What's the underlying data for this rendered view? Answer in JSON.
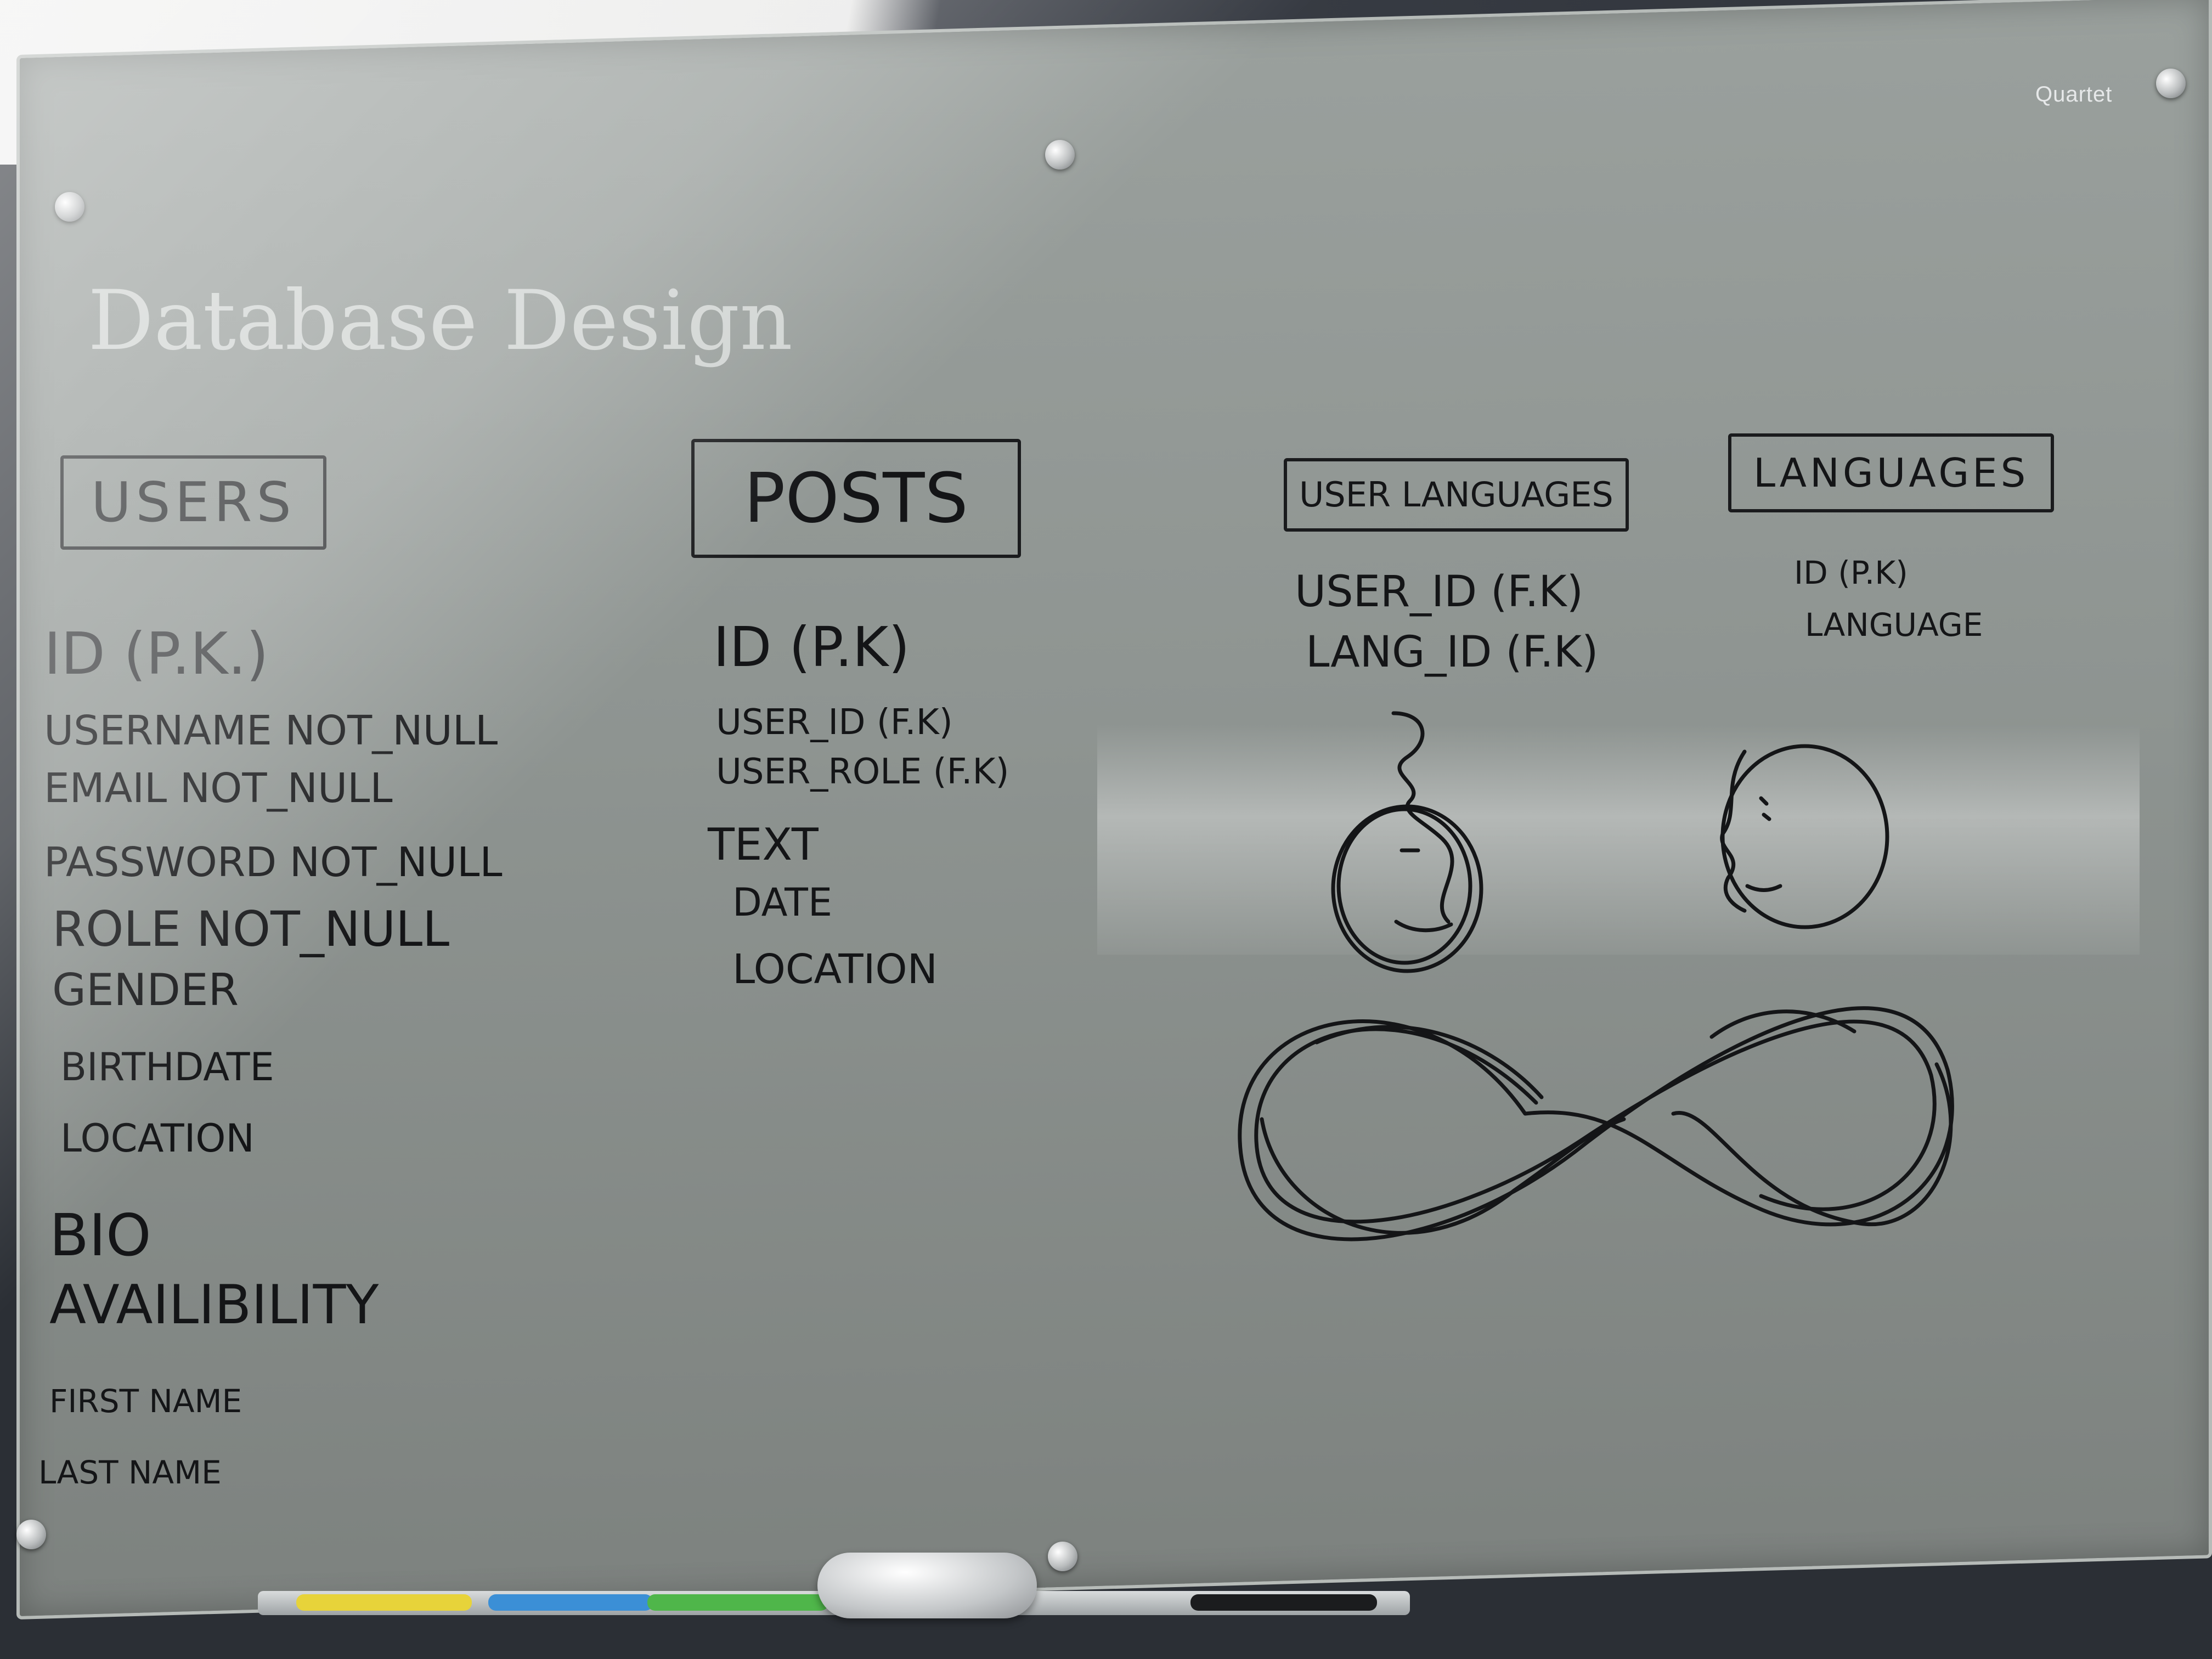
{
  "brand": "Quartet",
  "title": "Database Design",
  "tables": [
    {
      "name": "USERS",
      "fields": [
        "ID (P.K.)",
        "USERNAME NOT_NULL",
        "EMAIL NOT_NULL",
        "PASSWORD NOT_NULL",
        "ROLE NOT_NULL",
        "GENDER",
        "BIRTHDATE",
        "LOCATION",
        "BIO",
        "AVAILIBILITY",
        "FIRST NAME",
        "LAST NAME"
      ]
    },
    {
      "name": "POSTS",
      "fields": [
        "ID (P.K)",
        "USER_ID (F.K)",
        "USER_ROLE (F.K)",
        "TEXT",
        "DATE",
        "LOCATION"
      ]
    },
    {
      "name": "USER LANGUAGES",
      "fields": [
        "USER_ID (F.K)",
        "LANG_ID (F.K)"
      ]
    },
    {
      "name": "LANGUAGES",
      "fields": [
        "ID (P.K)",
        "LANGUAGE"
      ]
    }
  ],
  "colors": {
    "board": "#8e9491",
    "ink": "#141517"
  }
}
